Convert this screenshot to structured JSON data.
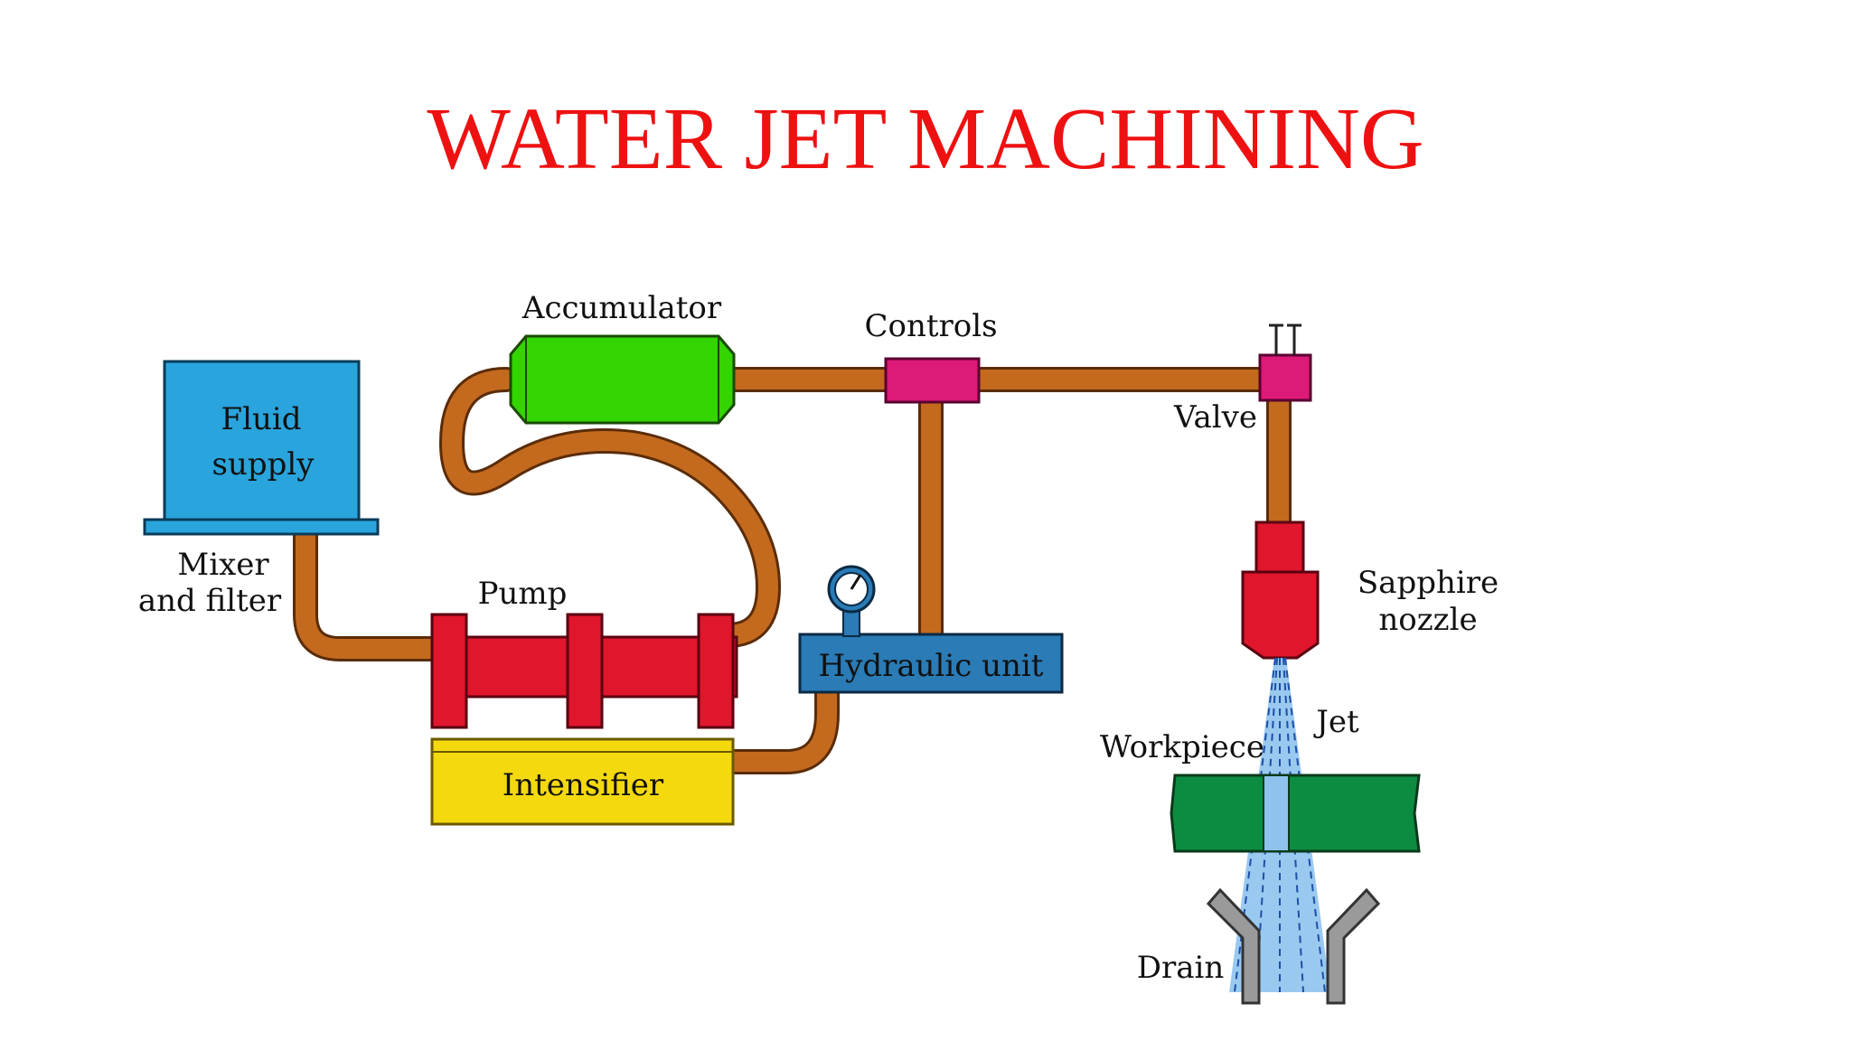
{
  "title": "WATER JET MACHINING",
  "colors": {
    "title": "#ee1111",
    "pipe": "#c46a1e",
    "pipe_edge": "#5a2c08",
    "fluid_supply": "#29a4dc",
    "accumulator": "#33d400",
    "controls": "#dd1a78",
    "pump": "#e0162c",
    "intensifier": "#f5d90f",
    "hydraulic_unit": "#2a7bb6",
    "workpiece": "#0c8c40",
    "jet": "#8fc3ee",
    "drain": "#9a9a9a"
  },
  "labels": {
    "fluid_supply_1": "Fluid",
    "fluid_supply_2": "supply",
    "mixer_1": "Mixer",
    "mixer_2": "and filter",
    "accumulator": "Accumulator",
    "controls": "Controls",
    "valve": "Valve",
    "pump": "Pump",
    "intensifier": "Intensifier",
    "hydraulic_unit": "Hydraulic unit",
    "sapphire_1": "Sapphire",
    "sapphire_2": "nozzle",
    "jet": "Jet",
    "workpiece": "Workpiece",
    "drain": "Drain"
  },
  "icons": {
    "gauge": "pressure-gauge-icon"
  }
}
